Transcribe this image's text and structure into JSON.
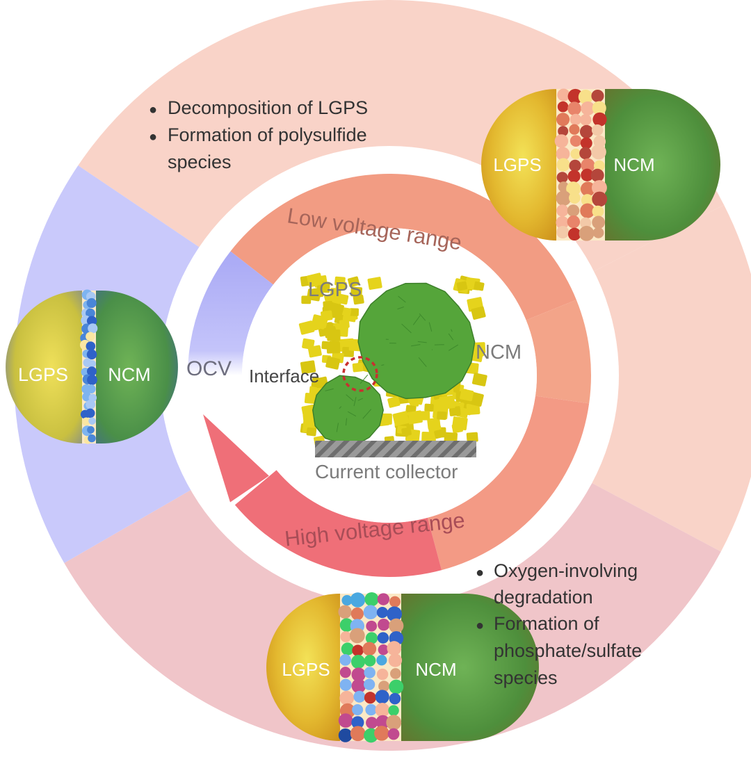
{
  "labels": {
    "lgps": "LGPS",
    "ncm": "NCM",
    "ocv": "OCV",
    "interface": "Interface",
    "current_collector": "Current collector",
    "low_voltage_range": "Low voltage range",
    "high_voltage_range": "High voltage range"
  },
  "notes": {
    "low": [
      "Decomposition of LGPS",
      "Formation of polysulfide",
      "species"
    ],
    "high": [
      "Oxygen-involving",
      "degradation",
      "Formation of",
      "phosphate/sulfate",
      "species"
    ],
    "bullet": "●"
  },
  "colors": {
    "low_sector": "#f9d3c8",
    "ocv_sector": "#c9c9fb",
    "high_sector": "#f0c5c9",
    "ring_low": "#f29c83",
    "ring_high": "#ef6f78",
    "ring_ocv": "#a9a9f5",
    "lgps_gold": "#e9c84a",
    "ncm_green": "#58a048",
    "particle_yellow": "#e4d21c",
    "particle_green": "#55a53a",
    "interface_circle": "#c8302f",
    "collector_gray": "#8c8c8c",
    "label_gray": "#7b7b7b"
  }
}
